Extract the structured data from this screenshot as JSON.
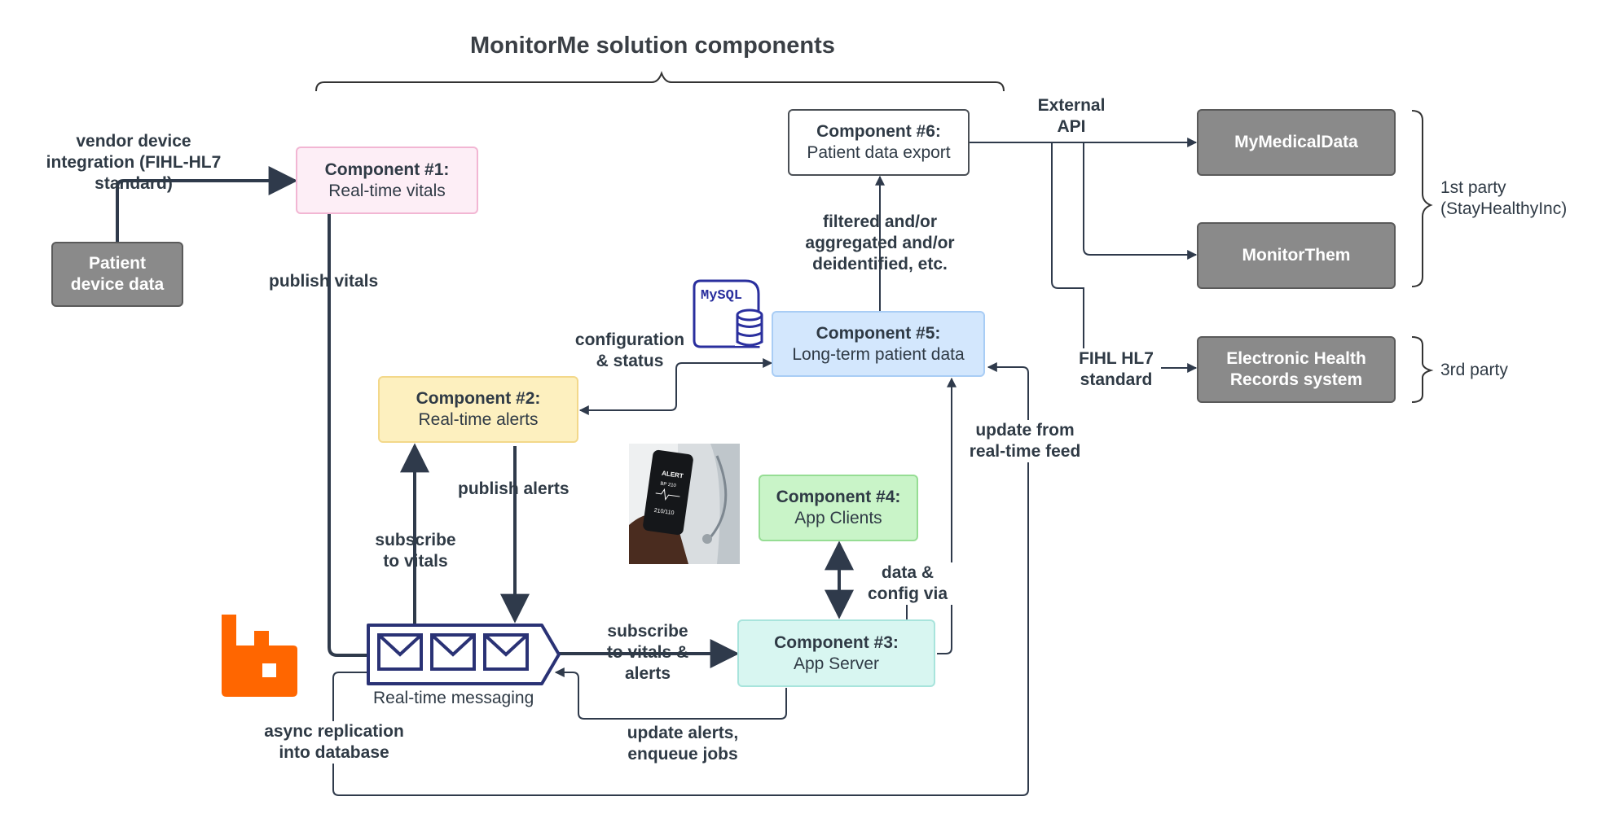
{
  "title": "MonitorMe solution components",
  "components": {
    "c1": {
      "title": "Component #1:",
      "subtitle": "Real-time vitals"
    },
    "c2": {
      "title": "Component #2:",
      "subtitle": "Real-time alerts"
    },
    "c3": {
      "title": "Component #3:",
      "subtitle": "App Server"
    },
    "c4": {
      "title": "Component #4:",
      "subtitle": "App Clients"
    },
    "c5": {
      "title": "Component #5:",
      "subtitle": "Long-term patient data"
    },
    "c6": {
      "title": "Component #6:",
      "subtitle": "Patient data export"
    }
  },
  "external": {
    "patient_device": "Patient device data",
    "mymedicaldata": "MyMedicalData",
    "monitorthem": "MonitorThem",
    "ehr": "Electronic Health Records system"
  },
  "messaging": {
    "label": "Real-time messaging"
  },
  "mysql": {
    "label": "MySQL"
  },
  "labels": {
    "vendor": "vendor device integration (FIHL-HL7 standard)",
    "publish_vitals": "publish vitals",
    "subscribe_vitals": "subscribe to vitals",
    "publish_alerts": "publish alerts",
    "subscribe_vitals_alerts": "subscribe to vitals & alerts",
    "config_status": "configuration & status",
    "filtered": "filtered and/or aggregated and/or deidentified, etc.",
    "update_feed": "update from real-time feed",
    "data_config": "data & config via",
    "update_alerts": "update alerts, enqueue jobs",
    "async": "async replication into database",
    "external_api": "External API",
    "fihl": "FIHL HL7 standard"
  },
  "parties": {
    "first": "1st party (StayHealthyInc)",
    "third": "3rd party"
  },
  "phone": {
    "alert": "ALERT",
    "bp1": "BP 210",
    "bp2": "210/110"
  },
  "colors": {
    "line": "#2f3a4b",
    "rabbit": "#ff6600",
    "mysql": "#2a2f9e",
    "queue": "#2a3275"
  }
}
